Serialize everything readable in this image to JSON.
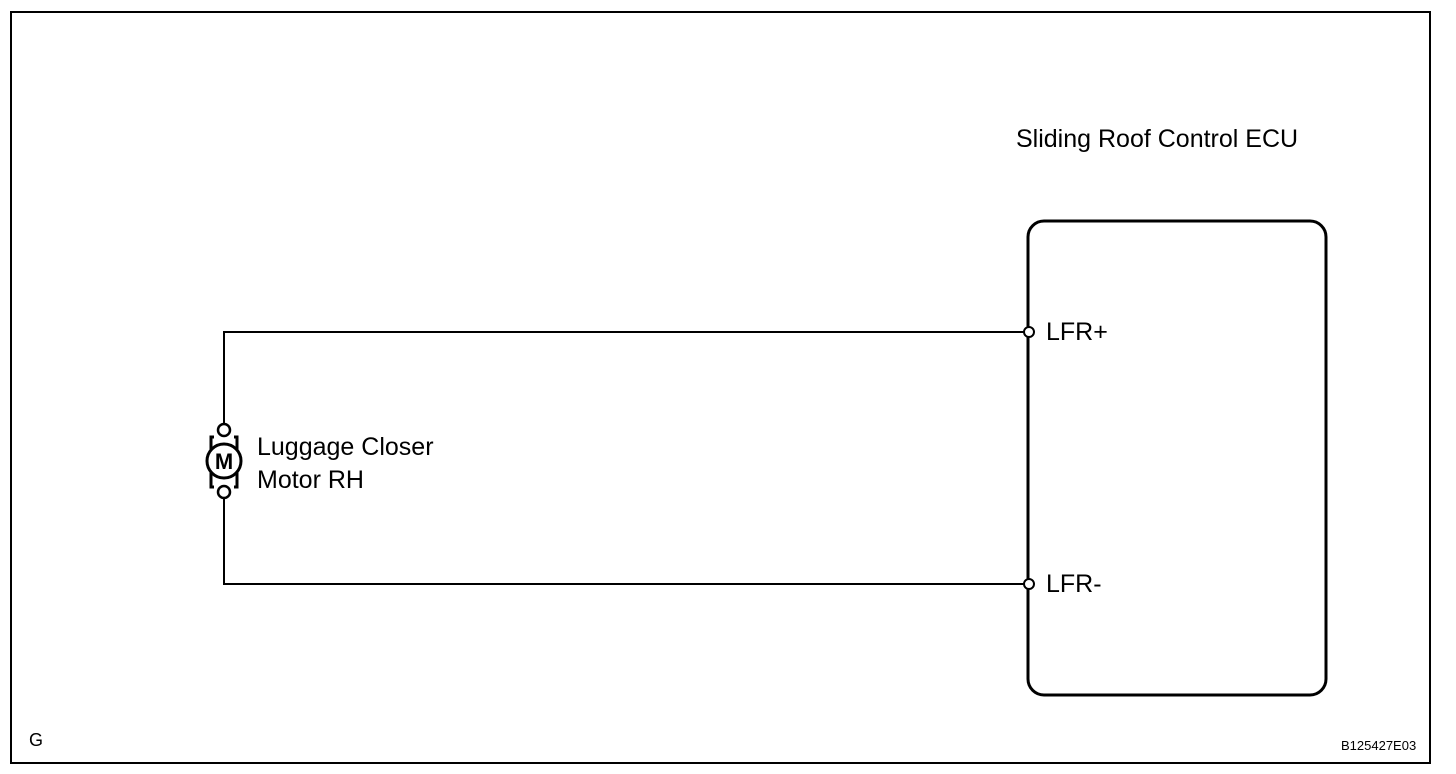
{
  "ecu": {
    "title": "Sliding Roof Control ECU",
    "pins": {
      "plus": "LFR+",
      "minus": "LFR-"
    }
  },
  "motor": {
    "symbol_letter": "M",
    "label_line1": "Luggage Closer",
    "label_line2": "Motor RH"
  },
  "corner_mark": "G",
  "figure_code": "B125427E03",
  "colors": {
    "line": "#000000",
    "background": "#ffffff"
  }
}
